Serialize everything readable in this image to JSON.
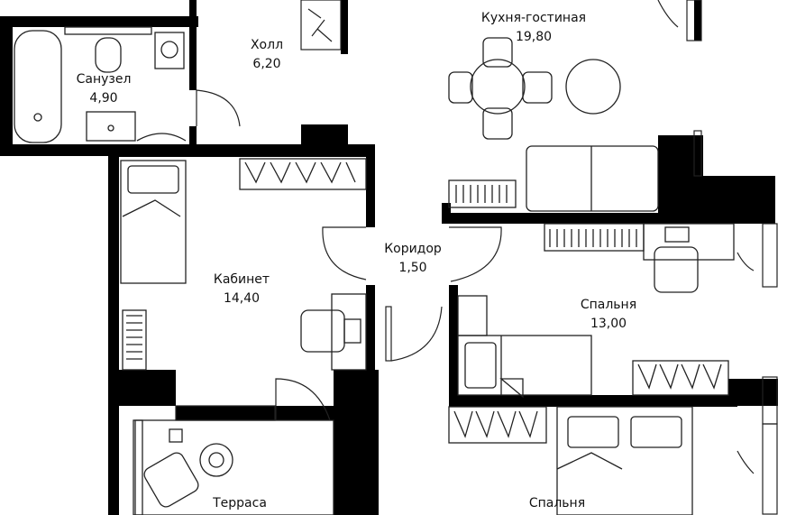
{
  "rooms": [
    {
      "name": "Кухня-гостиная",
      "area": "19,80"
    },
    {
      "name": "Холл",
      "area": "6,20"
    },
    {
      "name": "Санузел",
      "area": "4,90"
    },
    {
      "name": "Коридор",
      "area": "1,50"
    },
    {
      "name": "Кабинет",
      "area": "14,40"
    },
    {
      "name": "Спальня",
      "area": "13,00"
    },
    {
      "name": "Терраса",
      "area": ""
    },
    {
      "name": "Спальня",
      "area": ""
    }
  ],
  "colors": {
    "wall": "#000000",
    "line": "#222222",
    "background": "#ffffff"
  }
}
